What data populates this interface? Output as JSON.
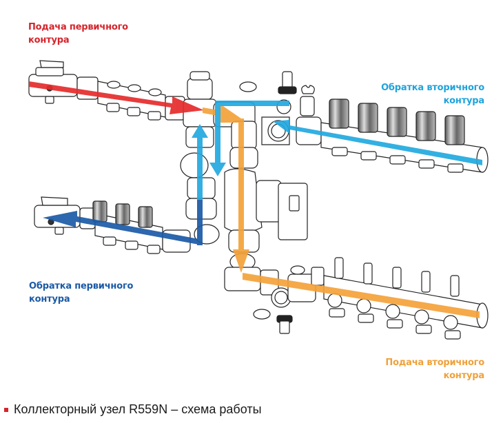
{
  "diagram": {
    "title": "Коллекторный узел R559N – схема работы",
    "colors": {
      "primary_supply": "#e52b2b",
      "primary_return": "#1b5aa6",
      "secondary_supply": "#f4a23a",
      "secondary_return": "#22a9e0",
      "bullet": "#d6242b"
    },
    "labels": {
      "primary_supply": [
        "Подача первичного",
        "контура"
      ],
      "secondary_return": [
        "Обратка вторичного",
        "контура"
      ],
      "primary_return": [
        "Обратка первичного",
        "контура"
      ],
      "secondary_supply": [
        "Подача вторичного",
        "контура"
      ]
    },
    "components": {
      "primary_supply_manifold_outlets": 3,
      "primary_return_manifold_outlets": 3,
      "secondary_return_manifold_valves": 5,
      "secondary_supply_manifold_outlets": 5
    }
  }
}
